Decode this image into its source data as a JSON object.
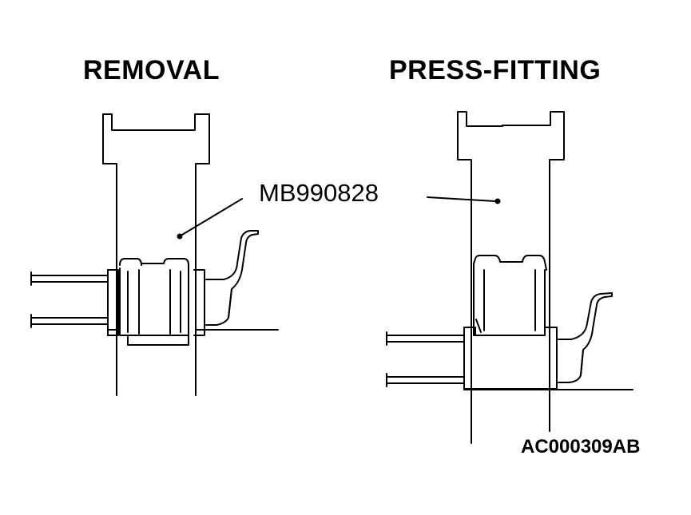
{
  "titles": {
    "removal": "REMOVAL",
    "press_fitting": "PRESS-FITTING"
  },
  "tool_label": "MB990828",
  "figure_code": "AC000309AB",
  "colors": {
    "line": "#000000",
    "background": "#ffffff"
  }
}
